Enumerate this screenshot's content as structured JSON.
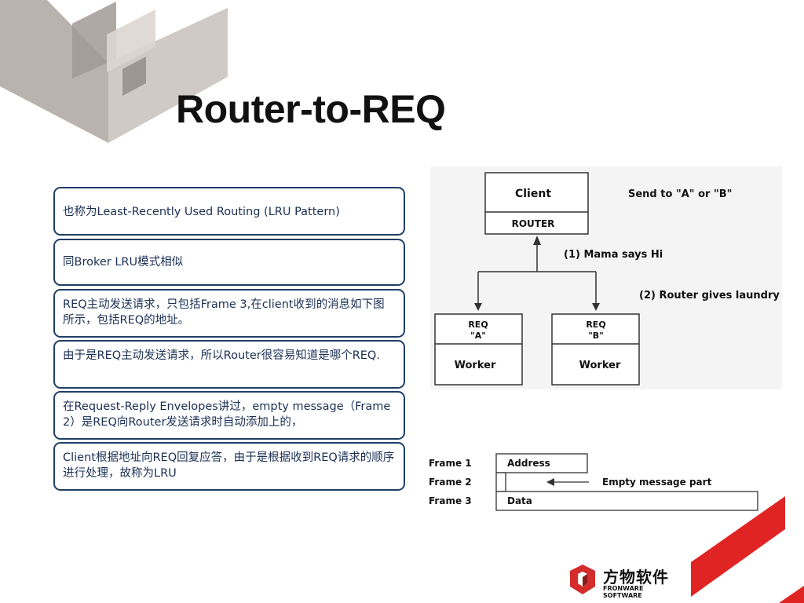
{
  "slide": {
    "title": "Router-to-REQ"
  },
  "bullets": [
    "也称为Least-Recently Used Routing (LRU Pattern)",
    "同Broker LRU模式相似",
    "REQ主动发送请求，只包括Frame 3,在client收到的消息如下图所示，包括REQ的地址。",
    "由于是REQ主动发送请求，所以Router很容易知道是哪个REQ.",
    "在Request-Reply Envelopes讲过，empty message（Frame 2）是REQ向Router发送请求时自动添加上的，",
    "Client根据地址向REQ回复应答，由于是根据收到REQ请求的顺序进行处理，故称为LRU"
  ],
  "diagram": {
    "client_label": "Client",
    "router_label": "ROUTER",
    "send_note": "Send to \"A\" or \"B\"",
    "step1": "(1) Mama says Hi",
    "step2": "(2) Router gives laundry",
    "req_a_line1": "REQ",
    "req_a_line2": "\"A\"",
    "req_b_line1": "REQ",
    "req_b_line2": "\"B\"",
    "worker_a": "Worker",
    "worker_b": "Worker"
  },
  "frames": {
    "frame1_label": "Frame 1",
    "frame2_label": "Frame 2",
    "frame3_label": "Frame 3",
    "address": "Address",
    "empty_note": "Empty message part",
    "data": "Data"
  },
  "logo": {
    "name": "方物软件",
    "sub": "FRONWARE SOFTWARE"
  },
  "colors": {
    "border": "#1f3f66",
    "text": "#1a2f54",
    "accent_red": "#e02424",
    "logo_red": "#d42b2b"
  }
}
